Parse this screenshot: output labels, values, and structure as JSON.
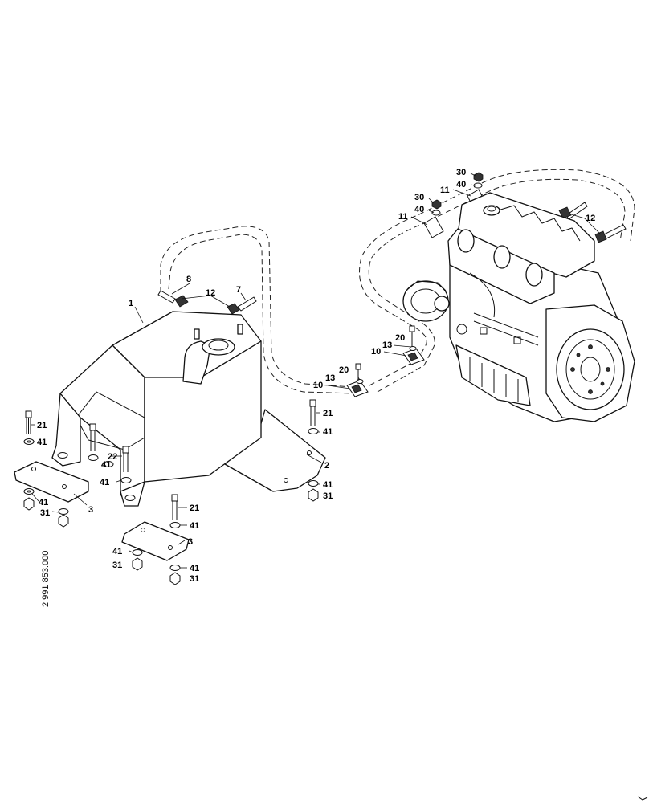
{
  "drawing_code": "2 991 853.000",
  "callouts": {
    "c1": "1",
    "c2": "2",
    "c3a": "3",
    "c3b": "3",
    "c7": "7",
    "c8": "8",
    "c10a": "10",
    "c10b": "10",
    "c11a": "11",
    "c11b": "11",
    "c12a": "12",
    "c12b": "12",
    "c13a": "13",
    "c13b": "13",
    "c20a": "20",
    "c20b": "20",
    "c21a": "21",
    "c21b": "21",
    "c21c": "21",
    "c22": "22",
    "c30a": "30",
    "c30b": "30",
    "c31a": "31",
    "c31b": "31",
    "c31c": "31",
    "c31d": "31",
    "c40a": "40",
    "c40b": "40",
    "c41a": "41",
    "c41b": "41",
    "c41c": "41",
    "c41d": "41",
    "c41e": "41",
    "c41f": "41",
    "c41g": "41",
    "c41h": "41",
    "c41i": "41"
  }
}
